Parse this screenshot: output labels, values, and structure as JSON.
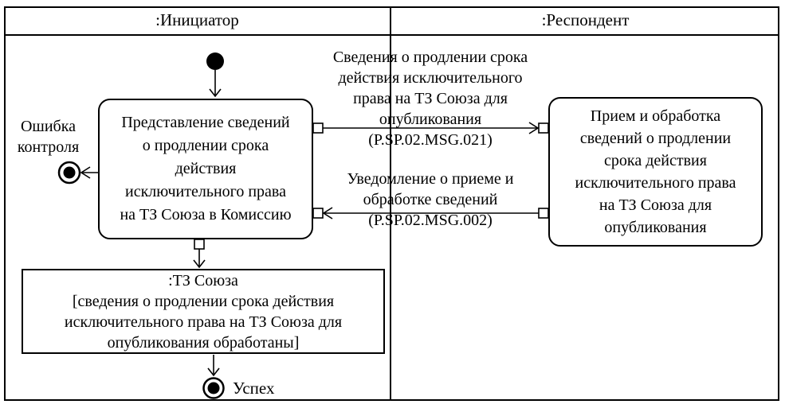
{
  "diagram": {
    "kind": "uml-activity-swimlane",
    "colors": {
      "line": "#000000",
      "background": "#ffffff",
      "text": "#000000"
    },
    "lanes": {
      "initiator": {
        "label": ":Инициатор"
      },
      "respondent": {
        "label": ":Респондент"
      }
    },
    "nodes": {
      "left_activity": {
        "lines": [
          "Представление сведений",
          "о продлении срока",
          "действия",
          "исключительного права",
          "на ТЗ Союза в Комиссию"
        ]
      },
      "right_activity": {
        "lines": [
          "Прием и обработка",
          "сведений о продлении",
          "срока действия",
          "исключительного права",
          "на ТЗ Союза для",
          "опубликования"
        ]
      },
      "object_node": {
        "lines": [
          ":ТЗ Союза",
          "[сведения о продлении срока действия",
          "исключительного права на ТЗ Союза для",
          "опубликования обработаны]"
        ]
      },
      "error_final": {
        "label_lines": [
          "Ошибка",
          "контроля"
        ]
      },
      "success_final": {
        "label": "Успех"
      }
    },
    "messages": {
      "request": {
        "lines": [
          "Сведения о продлении срока",
          "действия исключительного",
          "права на ТЗ Союза для",
          "опубликования",
          "(P.SP.02.MSG.021)"
        ]
      },
      "response": {
        "lines": [
          "Уведомление о приеме и",
          "обработке сведений",
          "(P.SP.02.MSG.002)"
        ]
      }
    }
  }
}
